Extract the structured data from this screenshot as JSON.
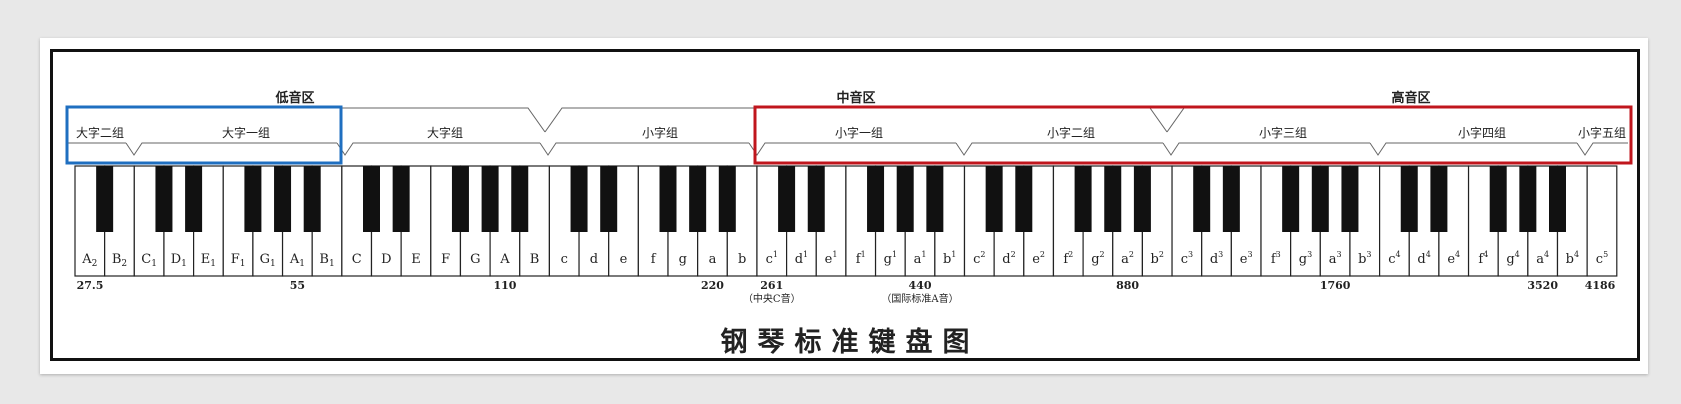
{
  "title": "钢琴标准键盘图",
  "registers": [
    {
      "label": "低音区"
    },
    {
      "label": "中音区"
    },
    {
      "label": "高音区"
    }
  ],
  "groups": [
    {
      "label": "大字二组"
    },
    {
      "label": "大字一组"
    },
    {
      "label": "大字组"
    },
    {
      "label": "小字组"
    },
    {
      "label": "小字一组"
    },
    {
      "label": "小字二组"
    },
    {
      "label": "小字三组"
    },
    {
      "label": "小字四组"
    },
    {
      "label": "小字五组"
    }
  ],
  "highlight_colors": {
    "bass_box": "#1f6fc0",
    "middle_box": "#c0161d"
  },
  "keys": [
    {
      "note": "A",
      "sub": "2"
    },
    {
      "note": "B",
      "sub": "2"
    },
    {
      "note": "C",
      "sub": "1"
    },
    {
      "note": "D",
      "sub": "1"
    },
    {
      "note": "E",
      "sub": "1"
    },
    {
      "note": "F",
      "sub": "1"
    },
    {
      "note": "G",
      "sub": "1"
    },
    {
      "note": "A",
      "sub": "1"
    },
    {
      "note": "B",
      "sub": "1"
    },
    {
      "note": "C"
    },
    {
      "note": "D"
    },
    {
      "note": "E"
    },
    {
      "note": "F"
    },
    {
      "note": "G"
    },
    {
      "note": "A"
    },
    {
      "note": "B"
    },
    {
      "note": "c"
    },
    {
      "note": "d"
    },
    {
      "note": "e"
    },
    {
      "note": "f"
    },
    {
      "note": "g"
    },
    {
      "note": "a"
    },
    {
      "note": "b"
    },
    {
      "note": "c",
      "sup": "1"
    },
    {
      "note": "d",
      "sup": "1"
    },
    {
      "note": "e",
      "sup": "1"
    },
    {
      "note": "f",
      "sup": "1"
    },
    {
      "note": "g",
      "sup": "1"
    },
    {
      "note": "a",
      "sup": "1"
    },
    {
      "note": "b",
      "sup": "1"
    },
    {
      "note": "c",
      "sup": "2"
    },
    {
      "note": "d",
      "sup": "2"
    },
    {
      "note": "e",
      "sup": "2"
    },
    {
      "note": "f",
      "sup": "2"
    },
    {
      "note": "g",
      "sup": "2"
    },
    {
      "note": "a",
      "sup": "2"
    },
    {
      "note": "b",
      "sup": "2"
    },
    {
      "note": "c",
      "sup": "3"
    },
    {
      "note": "d",
      "sup": "3"
    },
    {
      "note": "e",
      "sup": "3"
    },
    {
      "note": "f",
      "sup": "3"
    },
    {
      "note": "g",
      "sup": "3"
    },
    {
      "note": "a",
      "sup": "3"
    },
    {
      "note": "b",
      "sup": "3"
    },
    {
      "note": "c",
      "sup": "4"
    },
    {
      "note": "d",
      "sup": "4"
    },
    {
      "note": "e",
      "sup": "4"
    },
    {
      "note": "f",
      "sup": "4"
    },
    {
      "note": "g",
      "sup": "4"
    },
    {
      "note": "a",
      "sup": "4"
    },
    {
      "note": "b",
      "sup": "4"
    },
    {
      "note": "c",
      "sup": "5"
    }
  ],
  "frequencies": [
    {
      "value": "27.5",
      "color": "#222"
    },
    {
      "value": "55",
      "color": "#222"
    },
    {
      "value": "110",
      "color": "#222"
    },
    {
      "value": "220",
      "color": "#222"
    },
    {
      "value": "261",
      "color": "#d0453b",
      "note": "（中央C音）"
    },
    {
      "value": "440",
      "color": "#c0161d",
      "note": "（国际标准A音）"
    },
    {
      "value": "880",
      "color": "#222"
    },
    {
      "value": "1760",
      "color": "#222"
    },
    {
      "value": "3520",
      "color": "#222"
    },
    {
      "value": "4186",
      "color": "#1f6fc0"
    }
  ]
}
